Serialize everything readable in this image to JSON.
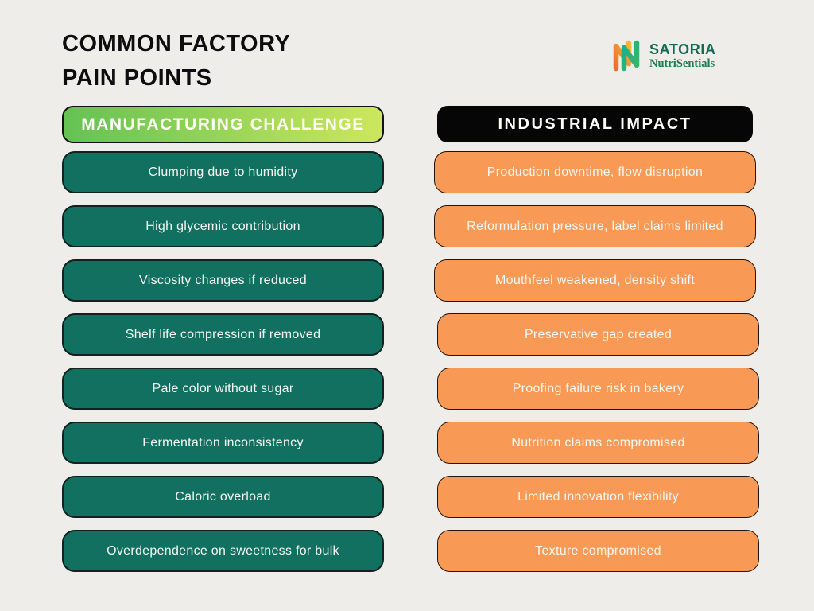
{
  "title": {
    "line1": "COMMON FACTORY",
    "line2": "PAIN POINTS"
  },
  "logo": {
    "brand": "SATORIA",
    "tagline": "NutriSentials",
    "icon": "ns-monogram-icon"
  },
  "colors": {
    "background": "#eeedea",
    "challenge_header_gradient_start": "#64c253",
    "challenge_header_gradient_end": "#cde75d",
    "impact_header_bg": "#060606",
    "challenge_pill": "#117060",
    "impact_pill": "#f89a56",
    "pill_text": "#f6f7f2",
    "logo_brand": "#156a53",
    "logo_tagline": "#1e7a4f",
    "logo_orange": "#f08a3c",
    "logo_teal": "#1fa188"
  },
  "left": {
    "header": "MANUFACTURING CHALLENGE",
    "items": [
      "Clumping due to humidity",
      "High glycemic contribution",
      "Viscosity changes if reduced",
      "Shelf life compression if removed",
      "Pale color without sugar",
      "Fermentation inconsistency",
      "Caloric overload",
      "Overdependence on sweetness for bulk"
    ]
  },
  "right": {
    "header": "INDUSTRIAL IMPACT",
    "items": [
      "Production downtime, flow disruption",
      "Reformulation pressure, label claims limited",
      "Mouthfeel weakened, density shift",
      "Preservative gap created",
      "Proofing failure risk in bakery",
      "Nutrition claims compromised",
      "Limited innovation flexibility",
      "Texture compromised"
    ]
  }
}
